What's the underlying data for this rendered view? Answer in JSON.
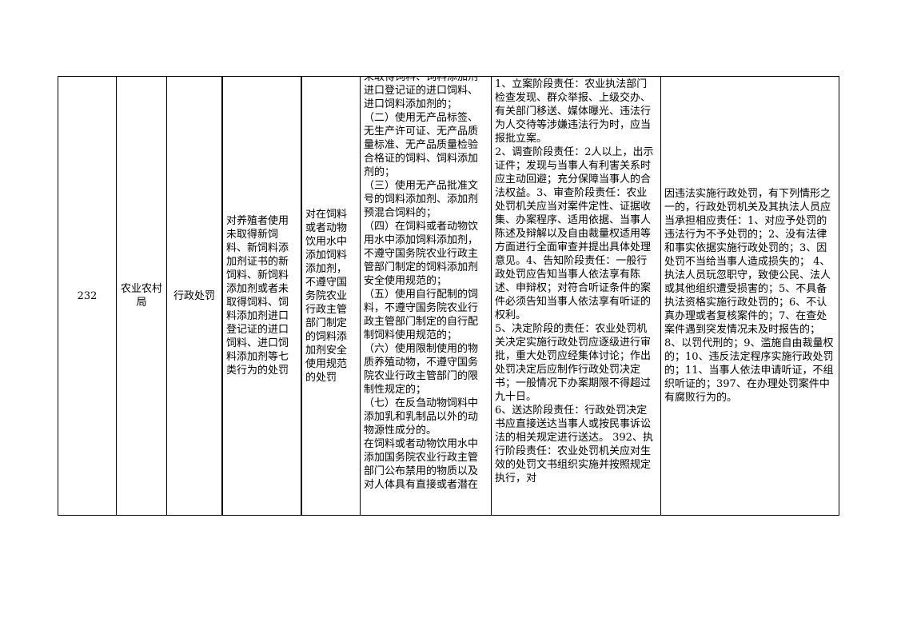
{
  "row": {
    "number": "232",
    "department": "农业农村局",
    "category": "行政处罚",
    "item_name": "对养殖者使用未取得新饲料、新饲料添加剂证书的新饲料、新饲料添加剂或者未取得饲料、饲料添加剂进口登记证的进口饲料、进口饲料添加剂等七类行为的处罚",
    "sub_item": "对在饲料或者动物饮用水中添加饲料添加剂，不遵守国务院农业行政主管部门制定的饲料添加剂安全使用规范的处罚",
    "basis": "未取得饲料、饲料添加剂进口登记证的进口饲料、进口饲料添加剂的；\n（二）使用无产品标签、无生产许可证、无产品质量标准、无产品质量检验合格证的饲料、饲料添加剂的；\n（三）使用无产品批准文号的饲料添加剂、添加剂预混合饲料的；\n（四）在饲料或者动物饮用水中添加饲料添加剂，不遵守国务院农业行政主管部门制定的饲料添加剂安全使用规范的；\n（五）使用自行配制的饲料，不遵守国务院农业行政主管部门制定的自行配制饲料使用规范的；\n（六）使用限制使用的物质养殖动物，不遵守国务院农业行政主管部门的限制性规定的；\n（七）在反刍动物饲料中添加乳和乳制品以外的动物源性成分的。\n在饲料或者动物饮用水中添加国务院农业行政主管部门公布禁用的物质以及对人体具有直接或者潜在",
    "responsibility": "1、立案阶段责任：农业执法部门检查发现、群众举报、上级交办、有关部门移送、媒体曝光、违法行为人交待等涉嫌违法行为时，应当报批立案。\n2、调查阶段责任：2人以上，出示证件；发现与当事人有利害关系时应主动回避；充分保障当事人的合法权益。3、审查阶段责任：农业处罚机关应当对案件定性、证据收集、办案程序、适用依据、当事人陈述及辩解以及自由裁量权适用等方面进行全面审查并提出具体处理意见。4、告知阶段责任：一般行政处罚应告知当事人依法享有陈述、申辩权；对符合听证条件的案件必须告知当事人依法享有听证的权利。\n5、决定阶段的责任：农业处罚机关决定实施行政处罚应逐级进行审批，重大处罚应经集体讨论；作出处罚决定后应制作行政处罚决定书；一般情况下办案期限不得超过九十日。\n6、送达阶段责任：行政处罚决定书应直接送达当事人或按民事诉讼法的相关规定进行送达。 392、执行阶段责任：农业处罚机关应对生效的处罚文书组织实施并按照规定执行，对",
    "accountability": "因违法实施行政处罚，有下列情形之一的，行政处罚机关及其执法人员应当承担相应责任：1、对应予处罚的违法行为不予处罚的；2、没有法律和事实依据实施行政处罚的；3、因处罚不当给当事人造成损失的； 4、执法人员玩忽职守，致使公民、法人或其他组织遭受损害的；5、不具备执法资格实施行政处罚的；6、不认真办理或者复核案件的；7、在查处案件遇到突发情况未及时报告的；8、以罚代刑的；9、滥施自由裁量权的；10、违反法定程序实施行政处罚的；11、当事人依法申请听证，不组织听证的；397、在办理处罚案件中有腐败行为的。"
  }
}
